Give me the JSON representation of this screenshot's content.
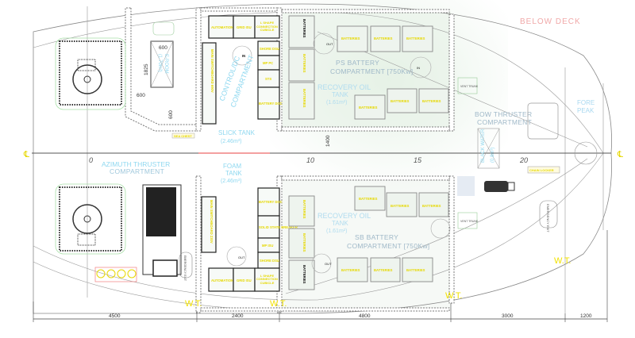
{
  "title": "BELOW DECK",
  "compartments": {
    "azimuth": "AZIMUTH THRUSTER",
    "azimuth2": "COMPARTMENT",
    "ps_battery": "PS BATTERY",
    "ps_battery2": "COMPARTMENT [750Kw]",
    "sb_battery": "SB BATTERY",
    "sb_battery2": "COMPARTMENT [750Kw]",
    "control_dc": "CONTROL/DC",
    "control_dc2": "COMPARTMENT",
    "bow_thruster": "BOW THRUSTER",
    "bow_thruster2": "COMPARTMENT",
    "fore_peak": "FORE",
    "fore_peak2": "PEAK",
    "recovery_oil_ps": "RECOVERY OIL",
    "recovery_oil_ps2": "TANK",
    "recovery_oil_ps3": "(1.61m²)",
    "recovery_oil_sb": "RECOVERY OIL",
    "recovery_oil_sb2": "TANK",
    "recovery_oil_sb3": "(1.61m²)",
    "foam_tank": "FOAM",
    "foam_tank2": "TANK",
    "foam_tank3": "(2.46m³)",
    "slick_tank": "SLICK TANK",
    "slick_tank2": "(2.46m³)",
    "black_water": "BLACK WATER",
    "black_water2": "(0.8m³)",
    "e_room": "E-ROOM",
    "e_room2": "(1.70m³)"
  },
  "equipment_ps": {
    "automation": "AUTOMATION",
    "grid_isu": "GRID ISU",
    "l_shape": "L SHAPE CONNECTION CUBICLE",
    "shore_dsu": "SHORE DSU",
    "mp_pc": "MP PC",
    "sts": "STS",
    "battery_doc": "BATTERY DOC",
    "main_switchboard": "MAIN SWITCHBOARD 690V"
  },
  "equipment_sb": {
    "battery_doc": "BATTERY DOC",
    "solid_state": "SOLID STATE BREAKER",
    "mp_isu": "MP ISU",
    "shore_dsu": "SHORE DSU",
    "automation": "AUTOMATION",
    "grid_isu": "GRID ISU",
    "l_shape": "L SHAPE CONNECTION CUBICLE",
    "main_switchboard": "MAIN SWITCHBOARD 230V"
  },
  "batteries_label": "BATTERIES",
  "out_label": "OUT",
  "in_label": "IN",
  "sea_chest": "SEA CHEST",
  "chain_locker": "CHAIN LOCKER",
  "vent_trunk": "VENT TRUNK",
  "emergency_exit": "EMERGENCY EXIT",
  "wt_label": "W.T.",
  "frames": [
    "0",
    "10",
    "15",
    "20"
  ],
  "dimensions": [
    "4500",
    "2400",
    "4800",
    "3000",
    "1200"
  ],
  "local_dims": [
    "600",
    "1825",
    "600",
    "600",
    "1400"
  ],
  "centerline_symbol": "℄"
}
